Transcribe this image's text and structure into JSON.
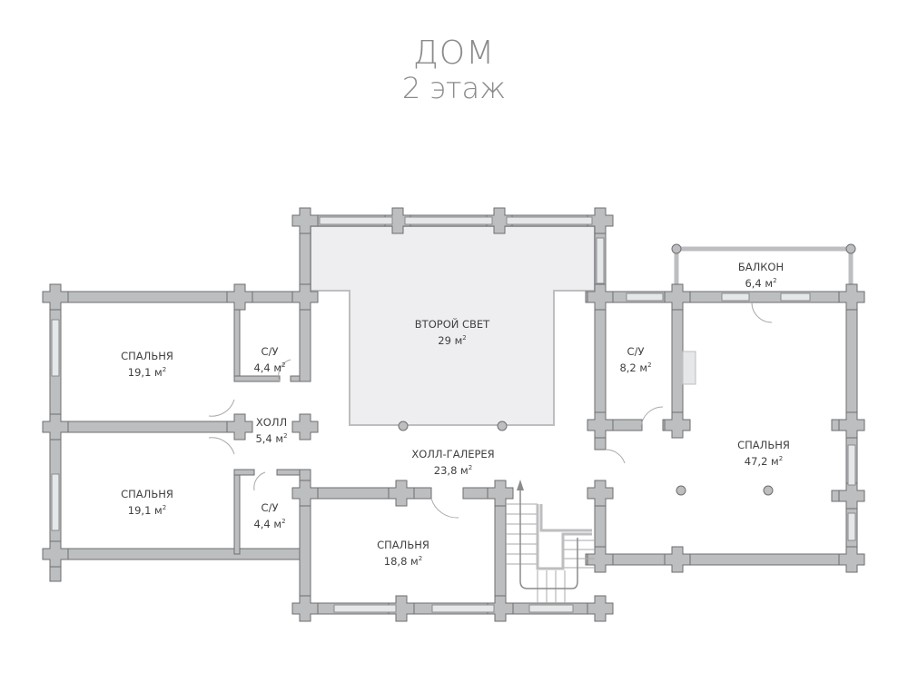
{
  "title": "ДОМ",
  "subtitle": "2 этаж",
  "area_unit": "м",
  "area_exp": "2",
  "rooms": [
    {
      "name": "СПАЛЬНЯ",
      "area": "19,1"
    },
    {
      "name": "С/У",
      "area": "4,4"
    },
    {
      "name": "ХОЛЛ",
      "area": "5,4"
    },
    {
      "name": "СПАЛЬНЯ",
      "area": "19,1"
    },
    {
      "name": "С/У",
      "area": "4,4"
    },
    {
      "name": "ВТОРОЙ СВЕТ",
      "area": "29"
    },
    {
      "name": "ХОЛЛ-ГАЛЕРЕЯ",
      "area": "23,8"
    },
    {
      "name": "СПАЛЬНЯ",
      "area": "18,8"
    },
    {
      "name": "С/У",
      "area": "8,2"
    },
    {
      "name": "БАЛКОН",
      "area": "6,4"
    },
    {
      "name": "СПАЛЬНЯ",
      "area": "47,2"
    }
  ],
  "colors": {
    "wall": "#bcbec0",
    "wall_stroke": "#6d6e71",
    "void": "#eeeef0",
    "window": "#e6e7e8"
  }
}
